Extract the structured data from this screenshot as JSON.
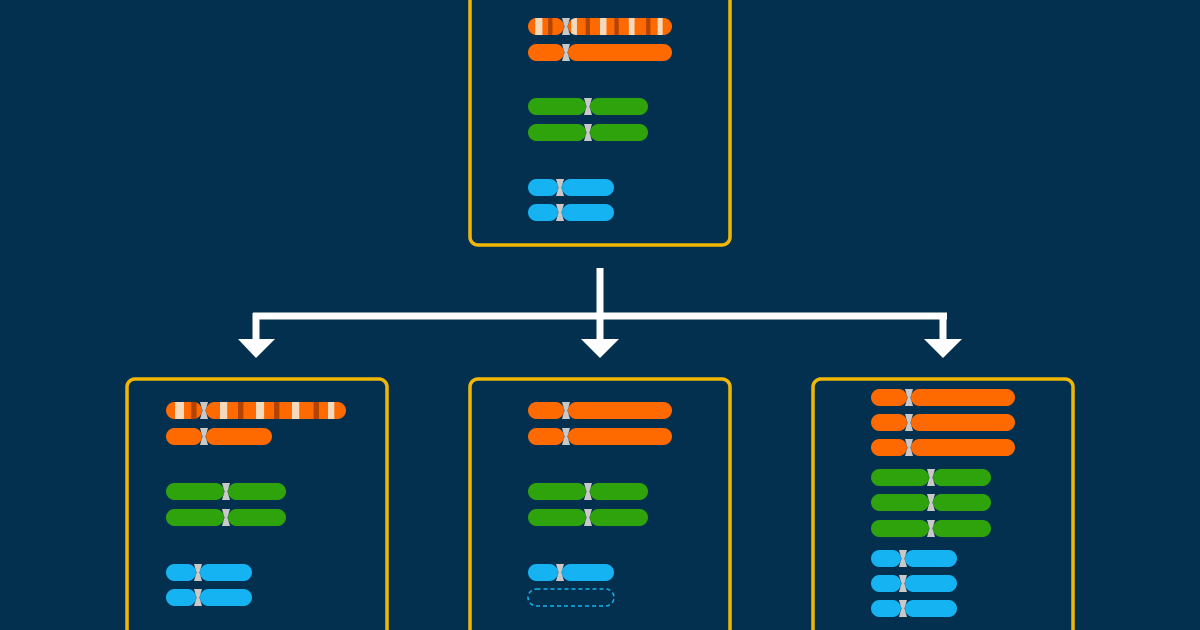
{
  "colors": {
    "background": "#03304f",
    "frame": "#f2b705",
    "orange": "#ff6a00",
    "green": "#2fa30c",
    "blue": "#16b3f2",
    "centromere": "#c9c9c9",
    "band_light": "#f4d9bd",
    "band_dark": "#b34400",
    "connector": "#ffffff"
  },
  "diagram": {
    "parent": {
      "name": "parent-cell",
      "chromosomes": [
        {
          "type": "orange",
          "banded": true,
          "state": "present"
        },
        {
          "type": "orange",
          "banded": false,
          "state": "present"
        },
        {
          "type": "green",
          "banded": false,
          "state": "present"
        },
        {
          "type": "green",
          "banded": false,
          "state": "present"
        },
        {
          "type": "blue",
          "banded": false,
          "state": "present"
        },
        {
          "type": "blue",
          "banded": false,
          "state": "present"
        }
      ]
    },
    "children": [
      {
        "name": "child-cell-left",
        "chromosomes": [
          {
            "type": "orange",
            "banded": true,
            "state": "elongated"
          },
          {
            "type": "orange",
            "banded": false,
            "state": "shortened"
          },
          {
            "type": "green",
            "banded": false,
            "state": "present"
          },
          {
            "type": "green",
            "banded": false,
            "state": "present"
          },
          {
            "type": "blue",
            "banded": false,
            "state": "present"
          },
          {
            "type": "blue",
            "banded": false,
            "state": "present"
          }
        ]
      },
      {
        "name": "child-cell-middle",
        "chromosomes": [
          {
            "type": "orange",
            "banded": false,
            "state": "present"
          },
          {
            "type": "orange",
            "banded": false,
            "state": "present"
          },
          {
            "type": "green",
            "banded": false,
            "state": "present"
          },
          {
            "type": "green",
            "banded": false,
            "state": "present"
          },
          {
            "type": "blue",
            "banded": false,
            "state": "present"
          },
          {
            "type": "blue",
            "banded": false,
            "state": "missing"
          }
        ]
      },
      {
        "name": "child-cell-right",
        "chromosomes": [
          {
            "type": "orange",
            "banded": false,
            "state": "present"
          },
          {
            "type": "orange",
            "banded": false,
            "state": "present"
          },
          {
            "type": "orange",
            "banded": false,
            "state": "present"
          },
          {
            "type": "green",
            "banded": false,
            "state": "present"
          },
          {
            "type": "green",
            "banded": false,
            "state": "present"
          },
          {
            "type": "green",
            "banded": false,
            "state": "present"
          },
          {
            "type": "blue",
            "banded": false,
            "state": "present"
          },
          {
            "type": "blue",
            "banded": false,
            "state": "present"
          },
          {
            "type": "blue",
            "banded": false,
            "state": "present"
          }
        ]
      }
    ]
  }
}
